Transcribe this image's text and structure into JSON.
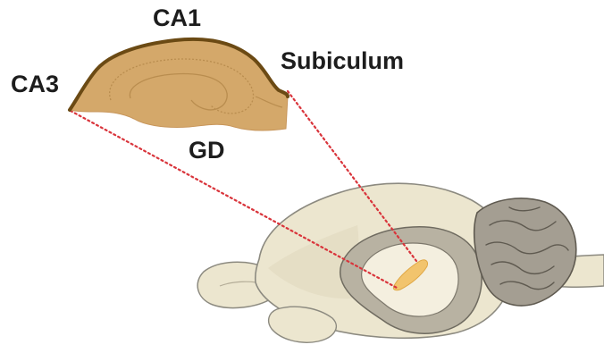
{
  "labels": {
    "ca1": "CA1",
    "ca3": "CA3",
    "subiculum": "Subiculum",
    "gd": "GD"
  },
  "colors": {
    "hippocampus_fill": "#d4a86a",
    "hippocampus_edge": "#6b4a14",
    "hippocampus_inner": "#b98d4f",
    "brain_fill": "#ece6cf",
    "brain_shade": "#e2dac0",
    "brain_outline": "#8c8a80",
    "cerebellum_fill": "#a49e92",
    "cerebellum_line": "#5f5a50",
    "cavity_ring": "#b8b2a2",
    "highlight": "#f2c46d",
    "connector": "#d9343b"
  }
}
